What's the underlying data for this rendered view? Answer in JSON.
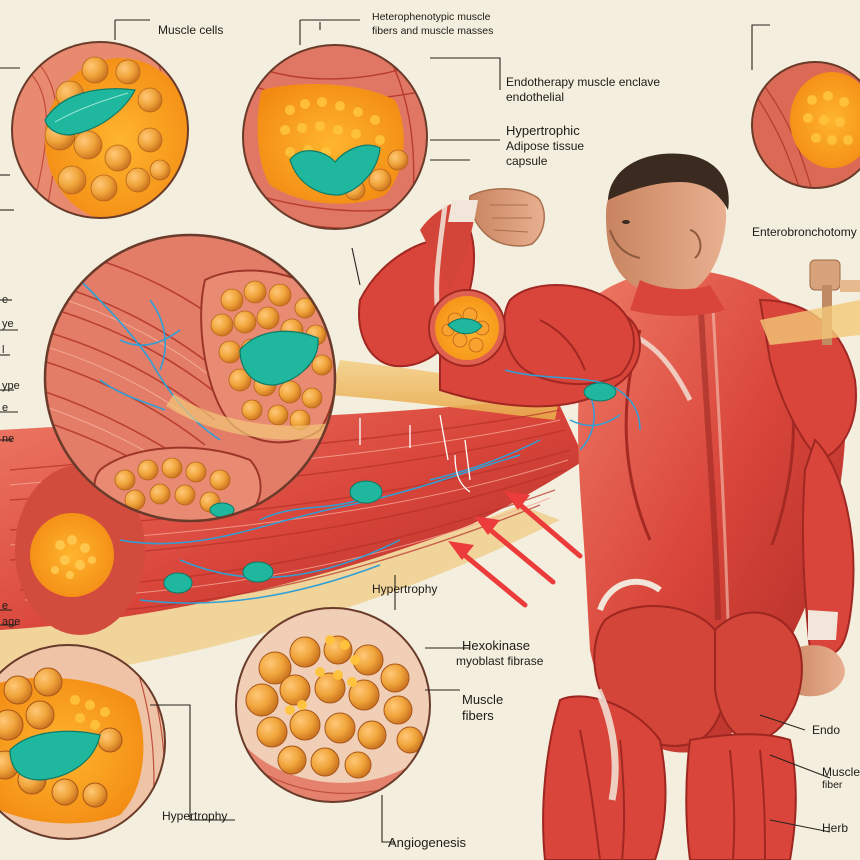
{
  "labels": {
    "top_left": "Muscle cells",
    "top_center_line1": "Heterophenotypic muscle",
    "top_center_line2": "fibers and muscle masses",
    "mid_top_line1": "Endotherapy muscle enclave",
    "mid_top_line2": "endothelial",
    "hypertrophic_line1": "Hypertrophic",
    "hypertrophic_line2": "Adipose tissue",
    "hypertrophic_line3": "capsule",
    "top_right": "Enterobronchotomy",
    "mid_hypertrophy": "Hypertrophy",
    "hexokinase_line1": "Hexokinase",
    "hexokinase_line2": "myoblast fibrase",
    "muscle_fibers_line1": "Muscle",
    "muscle_fibers_line2": "fibers",
    "bottom_left": "Hypertrophy",
    "bottom_center": "Angiogenesis",
    "right_1": "Endo",
    "right_2_line1": "Muscle",
    "right_2_line2": "fiber",
    "right_3": "Herb",
    "left_stubs": [
      "e",
      "ye",
      "l",
      "ype",
      "e",
      "ne",
      "e",
      "age"
    ]
  },
  "colors": {
    "background": "#f3eedd",
    "muscle": "#d9453a",
    "muscle_dark": "#a82a25",
    "muscle_light": "#ee8a78",
    "tendon": "#f2e6da",
    "fat": "#f29a1c",
    "fat_light": "#ffc247",
    "nerve_green": "#1fb79e",
    "vessel_blue": "#2f9fd6",
    "arrow_red": "#ec3b3b",
    "skin": "#e0a783",
    "hair": "#3b2a1f"
  }
}
